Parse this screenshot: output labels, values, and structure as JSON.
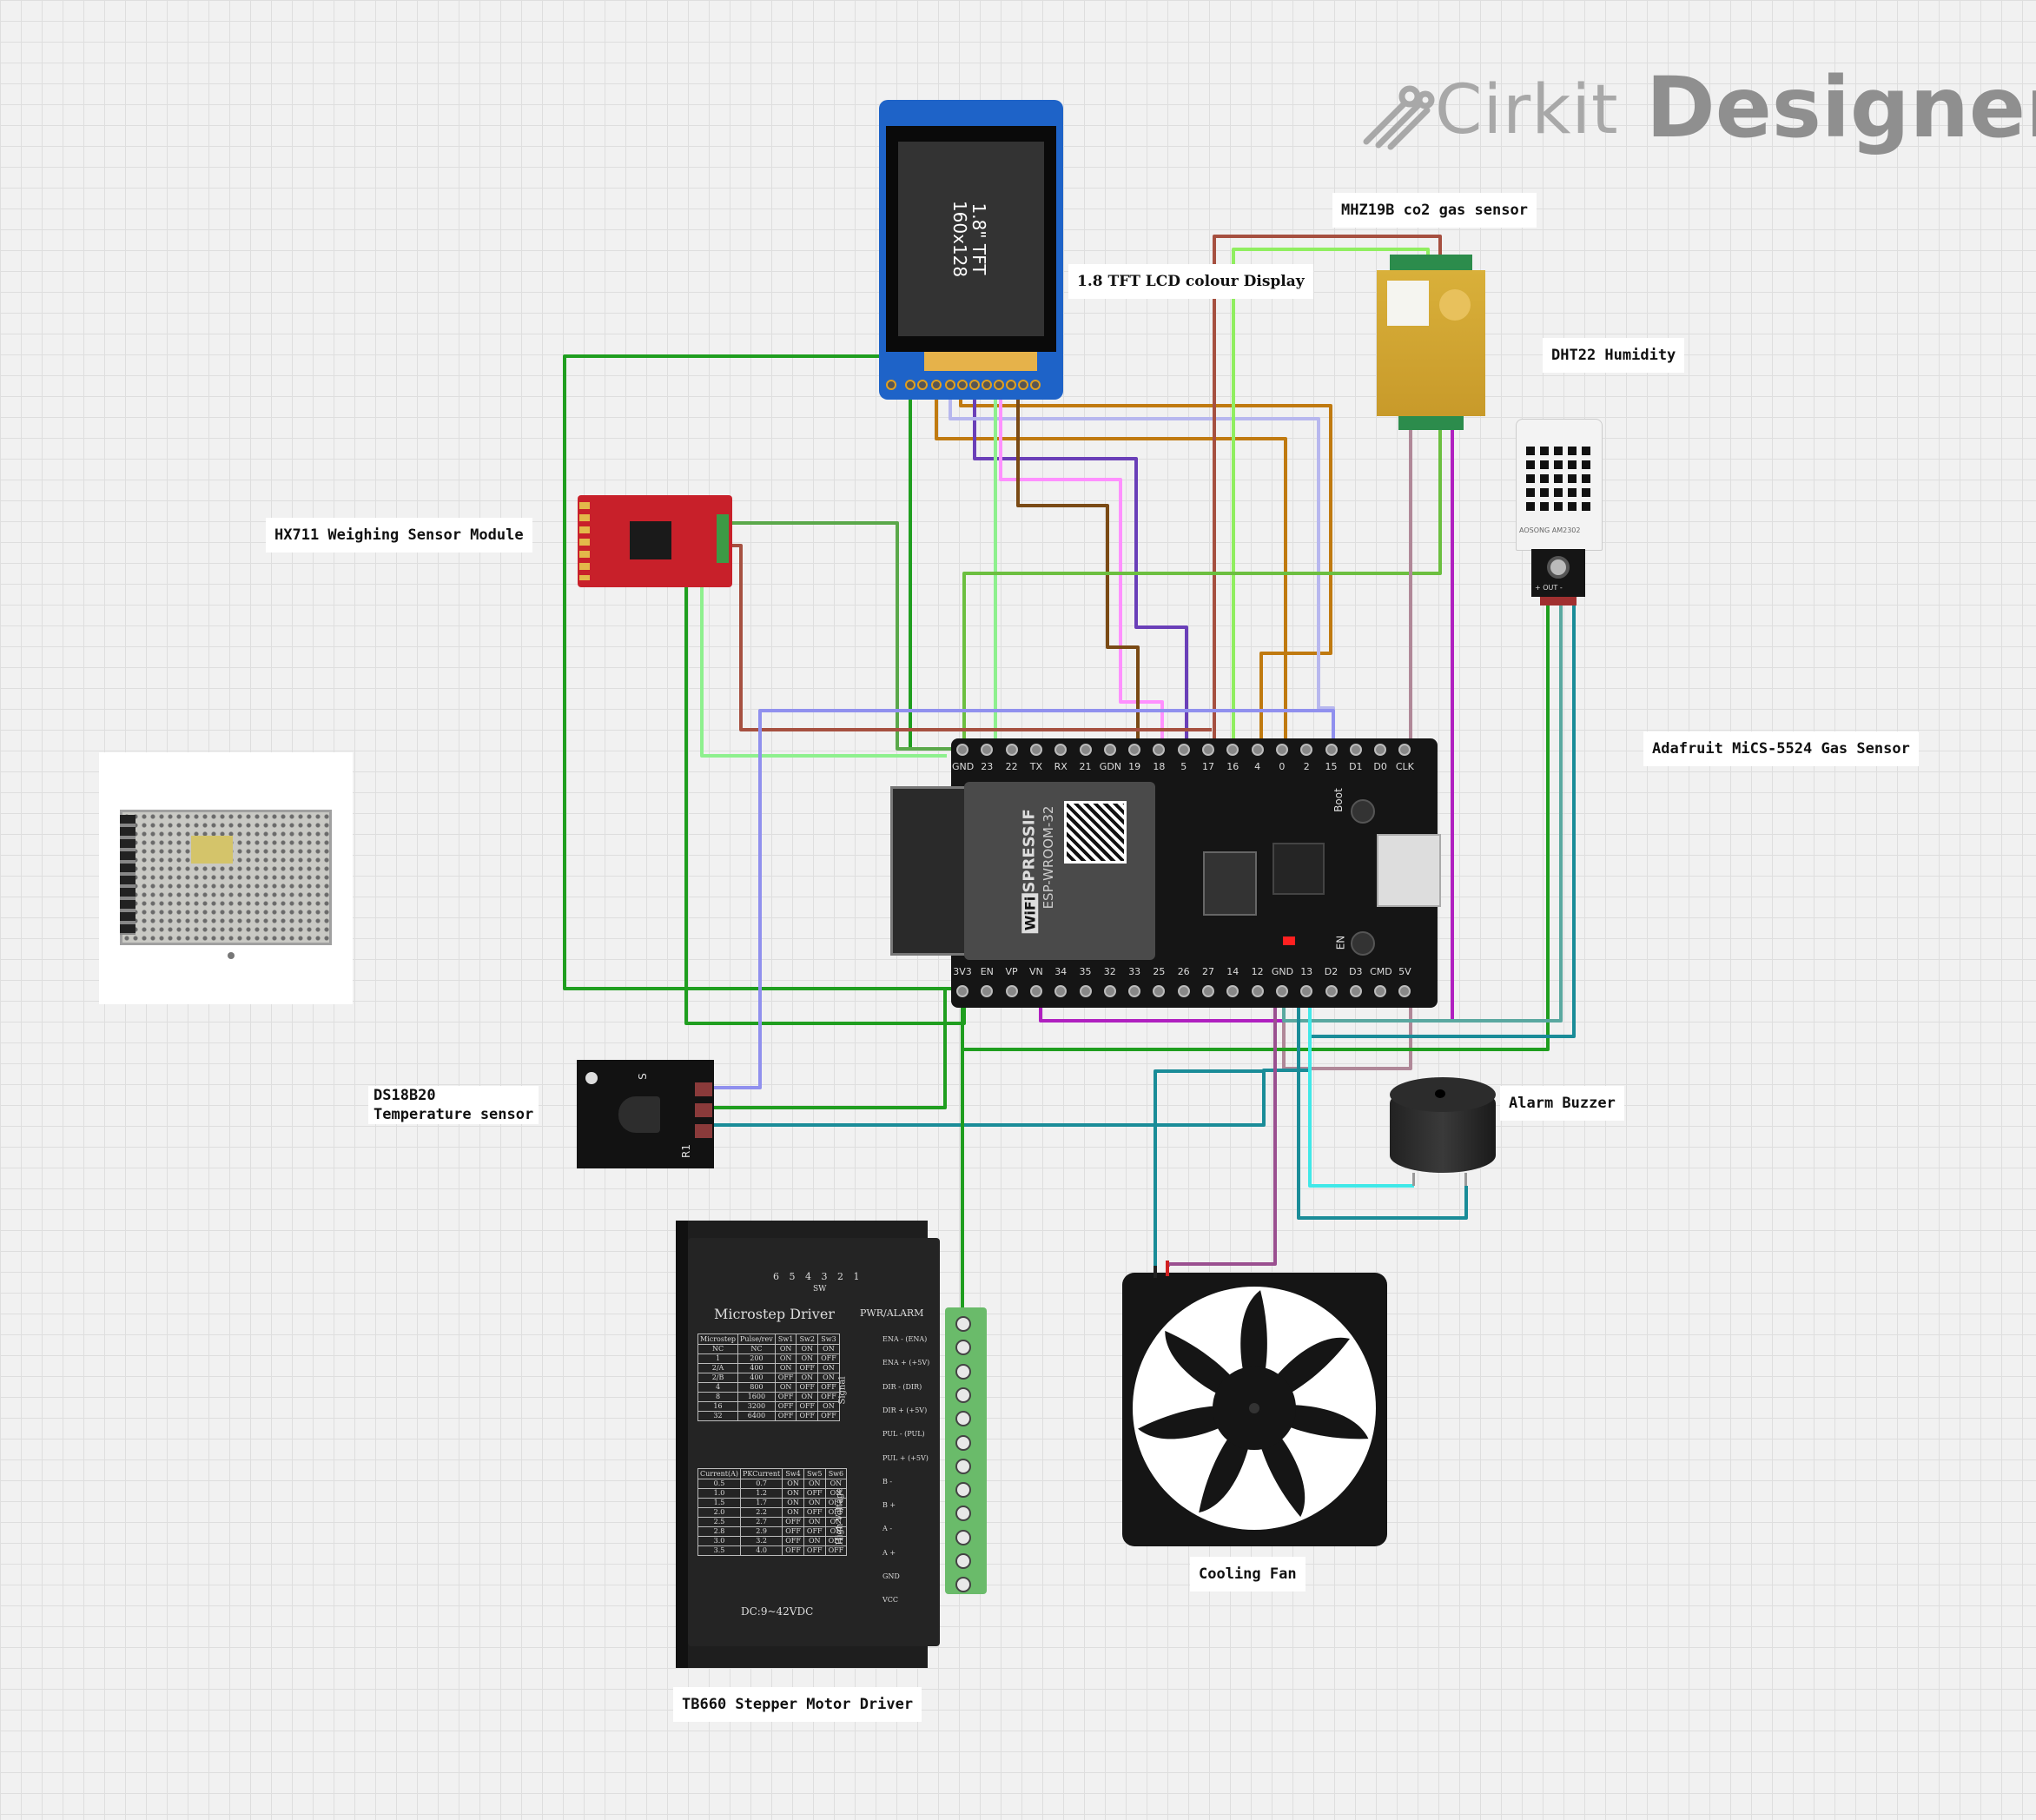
{
  "logo": {
    "brand": "Cirkit",
    "product": "Designer"
  },
  "labels": {
    "display": "1.8 TFT LCD colour Display",
    "mhz19b": "MHZ19B co2 gas sensor",
    "dht22": "DHT22 Humidity",
    "hx711": "HX711 Weighing Sensor Module",
    "mics5524": "Adafruit MiCS-5524 Gas Sensor",
    "ds18b20": "DS18B20\nTemperature sensor",
    "buzzer": "Alarm Buzzer",
    "fan": "Cooling Fan",
    "tb660": "TB660 Stepper Motor Driver"
  },
  "tft_screen": {
    "line1": "1.8\" TFT",
    "line2": "160x128"
  },
  "esp32": {
    "module_brand": "ESPRESSIF",
    "module_name": "ESP-WROOM-32",
    "wifi": "WiFi",
    "boot": "Boot",
    "en": "EN",
    "top_pins": [
      "GND",
      "23",
      "22",
      "TX",
      "RX",
      "21",
      "GDN",
      "19",
      "18",
      "5",
      "17",
      "16",
      "4",
      "0",
      "2",
      "15",
      "D1",
      "D0",
      "CLK"
    ],
    "bottom_pins": [
      "3V3",
      "EN",
      "VP",
      "VN",
      "34",
      "35",
      "32",
      "33",
      "25",
      "26",
      "27",
      "14",
      "12",
      "GND",
      "13",
      "D2",
      "D3",
      "CMD",
      "5V"
    ]
  },
  "dht_module": {
    "chip": "AOSONG AM2302",
    "pins": "+ OUT -"
  },
  "ds18b20_board": {
    "pin_s": "S",
    "pin_r": "R1"
  },
  "driver": {
    "sw_numbers": "6 5 4 3 2 1",
    "sw": "SW",
    "title": "Microstep Driver",
    "pwr": "PWR/ALARM",
    "signal": "Signal",
    "high_voltage": "High Voltage",
    "dc": "DC:9~42VDC",
    "micro_header": [
      "Microstep",
      "Pulse/rev",
      "Sw1",
      "Sw2",
      "Sw3"
    ],
    "micro_rows": [
      [
        "NC",
        "NC",
        "ON",
        "ON",
        "ON"
      ],
      [
        "1",
        "200",
        "ON",
        "ON",
        "OFF"
      ],
      [
        "2/A",
        "400",
        "ON",
        "OFF",
        "ON"
      ],
      [
        "2/B",
        "400",
        "OFF",
        "ON",
        "ON"
      ],
      [
        "4",
        "800",
        "ON",
        "OFF",
        "OFF"
      ],
      [
        "8",
        "1600",
        "OFF",
        "ON",
        "OFF"
      ],
      [
        "16",
        "3200",
        "OFF",
        "OFF",
        "ON"
      ],
      [
        "32",
        "6400",
        "OFF",
        "OFF",
        "OFF"
      ]
    ],
    "current_header": [
      "Current(A)",
      "PKCurrent",
      "Sw4",
      "Sw5",
      "Sw6"
    ],
    "current_rows": [
      [
        "0.5",
        "0.7",
        "ON",
        "ON",
        "ON"
      ],
      [
        "1.0",
        "1.2",
        "ON",
        "OFF",
        "ON"
      ],
      [
        "1.5",
        "1.7",
        "ON",
        "ON",
        "OFF"
      ],
      [
        "2.0",
        "2.2",
        "ON",
        "OFF",
        "OFF"
      ],
      [
        "2.5",
        "2.7",
        "OFF",
        "ON",
        "ON"
      ],
      [
        "2.8",
        "2.9",
        "OFF",
        "OFF",
        "ON"
      ],
      [
        "3.0",
        "3.2",
        "OFF",
        "ON",
        "OFF"
      ],
      [
        "3.5",
        "4.0",
        "OFF",
        "OFF",
        "OFF"
      ]
    ],
    "terminals": [
      "ENA - (ENA)",
      "ENA + (+5V)",
      "DIR - (DIR)",
      "DIR + (+5V)",
      "PUL - (PUL)",
      "PUL + (+5V)",
      "B -",
      "B +",
      "A -",
      "A +",
      "GND",
      "VCC"
    ]
  }
}
